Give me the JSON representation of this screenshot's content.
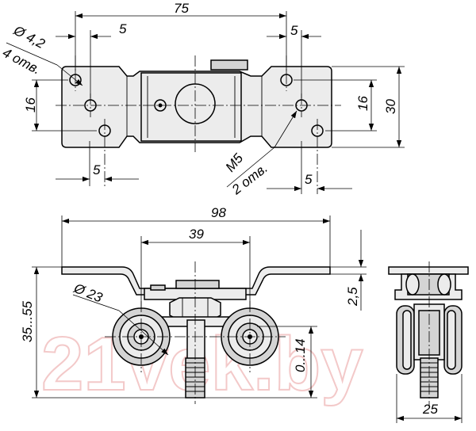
{
  "watermark": "21vek.by",
  "top_view": {
    "dim_overall": "75",
    "dim_left_offset": "5",
    "dim_right_offset": "5",
    "dim_hole": "Ø 4,2",
    "dim_hole_count": "4 отв.",
    "dim_hole_spacing": "16",
    "dim_right_spacing": "16",
    "dim_width": "30",
    "dim_bottom_left": "5",
    "dim_bottom_right": "5",
    "dim_thread": "M5",
    "dim_thread_count": "2 отв."
  },
  "front_view": {
    "dim_overall": "98",
    "dim_wheel_base": "39",
    "dim_wheel": "Ø 23",
    "dim_height": "35...55",
    "dim_plate": "2,5",
    "dim_adjust": "0...14"
  },
  "side_view": {
    "dim_width": "25"
  }
}
